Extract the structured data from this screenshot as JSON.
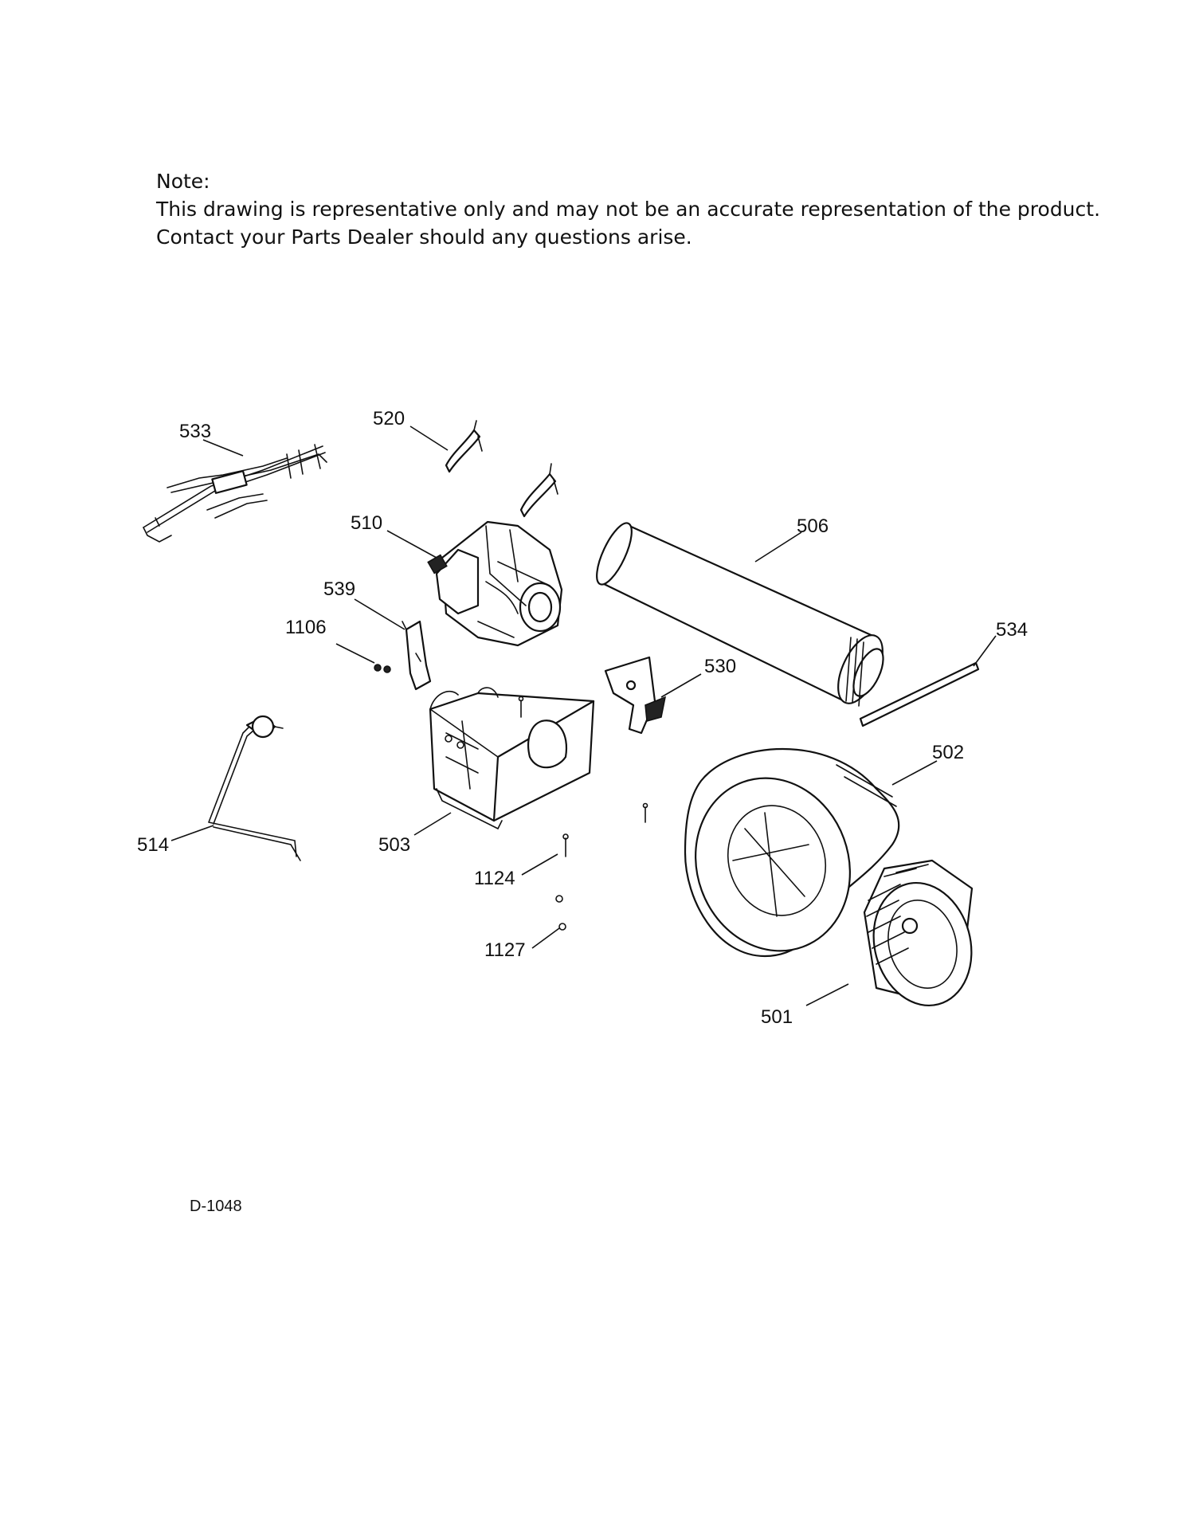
{
  "note": {
    "heading": "Note:",
    "line1": "This drawing is representative only and may not be an accurate representation of the product.",
    "line2": "Contact your Parts Dealer should any questions arise."
  },
  "drawing_code": "D-1048",
  "callouts": {
    "p533": "533",
    "p520": "520",
    "p510": "510",
    "p506": "506",
    "p539": "539",
    "p1106": "1106",
    "p534": "534",
    "p530": "530",
    "p502": "502",
    "p514": "514",
    "p503": "503",
    "p1124": "1124",
    "p1127": "1127",
    "p501": "501"
  }
}
